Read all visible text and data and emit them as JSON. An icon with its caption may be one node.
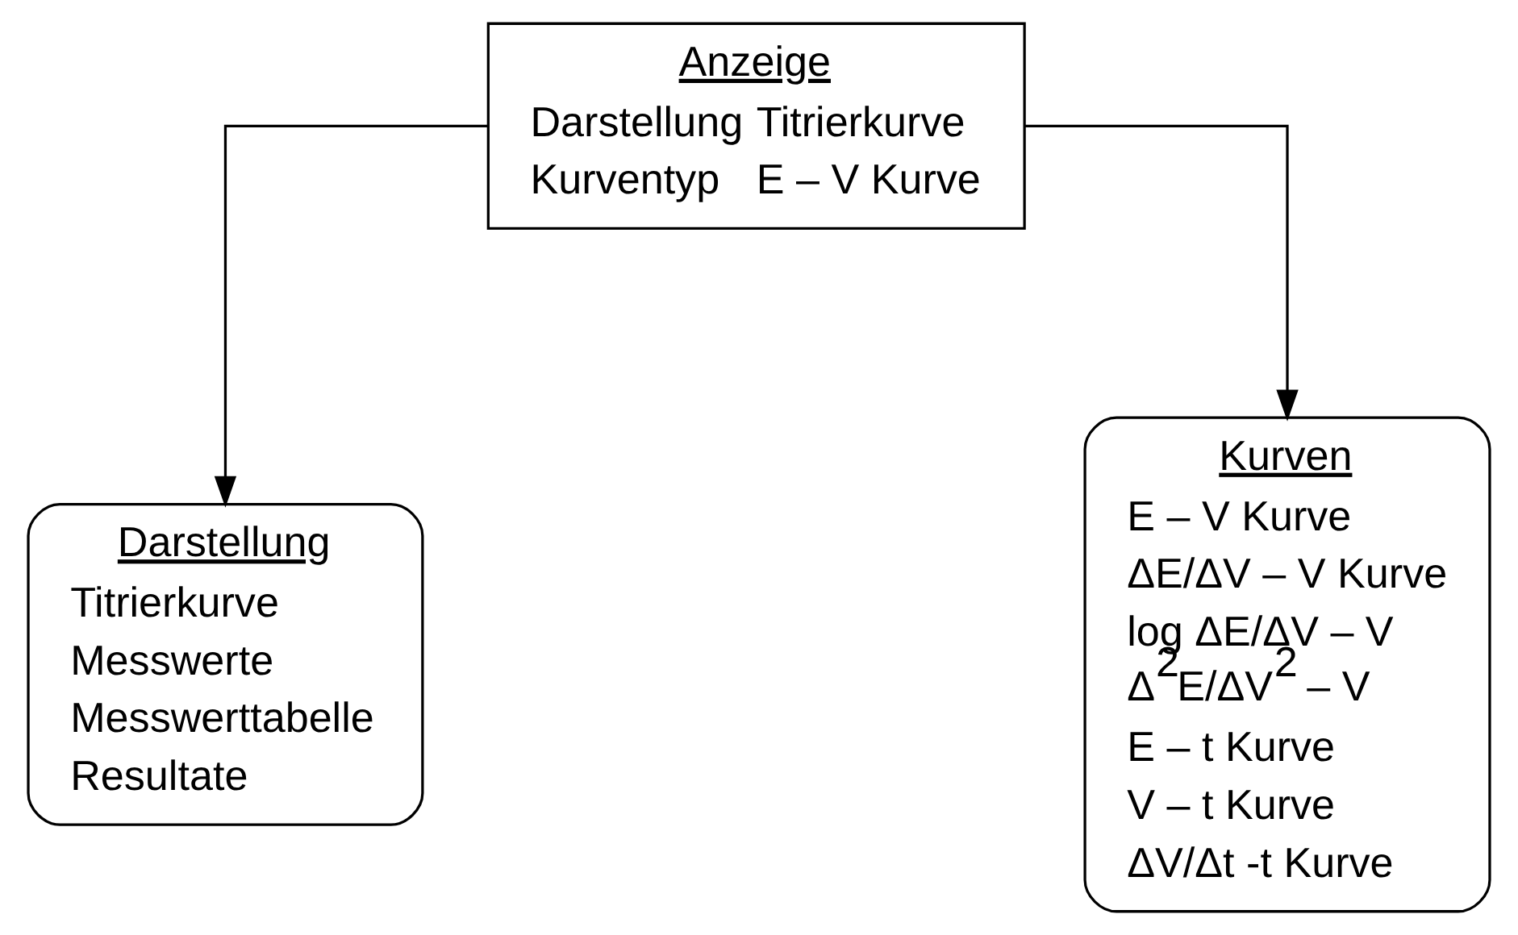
{
  "diagram": {
    "nodes": [
      {
        "text": [
          "Anzeige",
          "Darstellung",
          "Titrierkurve",
          "Kurventyp",
          "E – V Kurve"
        ]
      },
      {
        "text": [
          "Darstellung",
          "Titrierkurve",
          "Messwerte",
          "Messwerttabelle",
          "Resultate"
        ]
      },
      {
        "text": [
          "Kurven",
          "E – V Kurve",
          "ΔE/ΔV – V Kurve",
          "log ΔE/ΔV – V",
          "Δ$^{2}$E/ΔV$^{2}$ – V",
          "E – t Kurve",
          "V – t Kurve",
          "ΔV/Δt -t Kurve"
        ]
      }
    ],
    "edges": [
      {
        "from": 0,
        "to": 1,
        "arrow": "to"
      },
      {
        "from": 0,
        "to": 2,
        "arrow": "to"
      }
    ]
  }
}
